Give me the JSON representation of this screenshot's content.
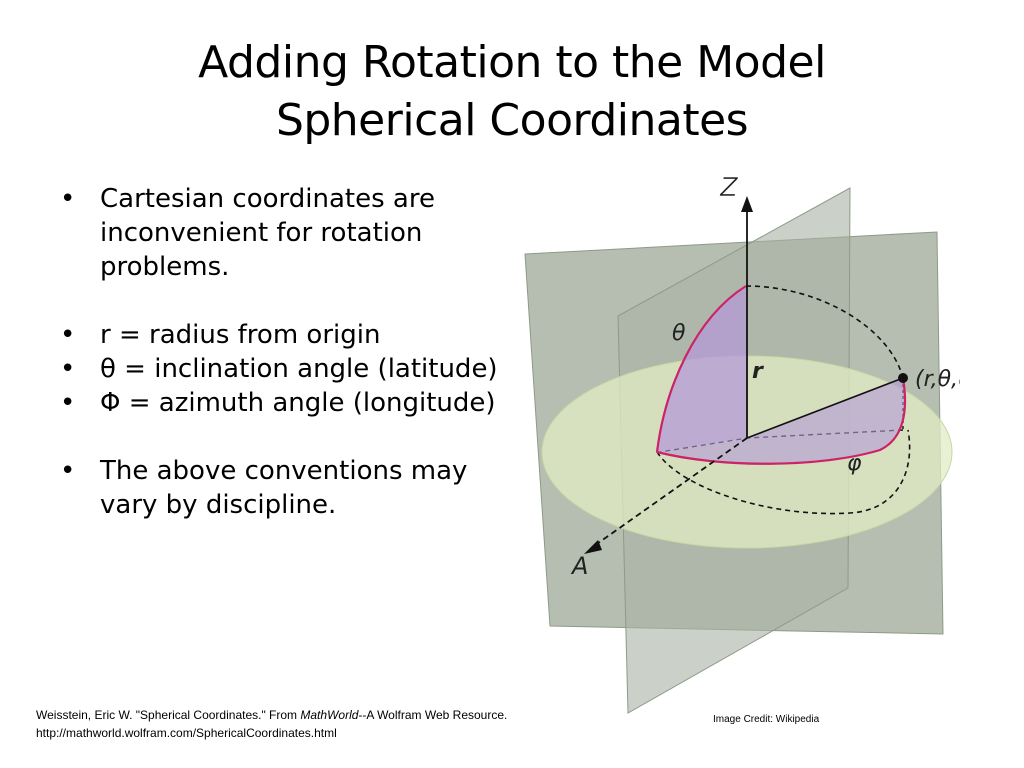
{
  "slide": {
    "title_line1": "Adding Rotation to the Model",
    "title_line2": "Spherical Coordinates"
  },
  "bullets": [
    {
      "marker": "•",
      "text": "Cartesian coordinates are inconvenient for rotation problems."
    },
    {
      "marker": "•",
      "text": "r = radius from origin"
    },
    {
      "marker": "•",
      "text": "θ = inclination angle (latitude)"
    },
    {
      "marker": "•",
      "text": "Φ = azimuth angle (longitude)"
    },
    {
      "marker": "•",
      "text": "The above conventions may vary by discipline."
    }
  ],
  "citation": {
    "prefix": "Weisstein, Eric W. \"Spherical Coordinates.\" From ",
    "source": "MathWorld",
    "suffix": "--A Wolfram Web Resource. http://mathworld.wolfram.com/SphericalCoordinates.html"
  },
  "credit": "Image Credit: Wikipedia",
  "figure": {
    "label_z": "Z",
    "label_a": "A",
    "label_r": "r",
    "label_theta": "θ",
    "label_phi": "φ",
    "label_point": "(r,θ,φ)",
    "colors": {
      "plane": "#a9b3a3",
      "plane_stroke": "#8e9a88",
      "equator": "#e2ecc6",
      "wedge": "#b49ad8",
      "arc": "#cc2266",
      "axis": "#111111"
    }
  }
}
